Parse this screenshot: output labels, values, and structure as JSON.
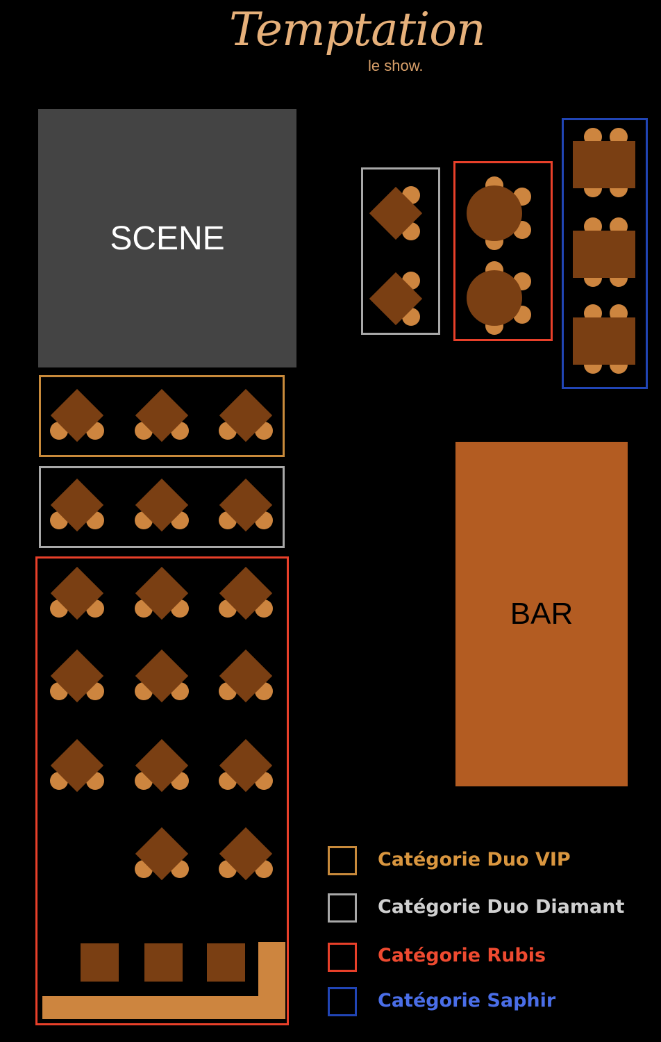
{
  "logo": {
    "script": "Temptation",
    "subtitle": "le show."
  },
  "venue": {
    "stage_label": "SCENE",
    "bar_label": "BAR"
  },
  "colors": {
    "vip": "#c88a3b",
    "diamant": "#a8a8a8",
    "rubis": "#e8402a",
    "saphir": "#2145b5",
    "table": "#7a3f13",
    "chair": "#cd853f",
    "stage": "#444444",
    "bar": "#b35c22"
  },
  "legend": [
    {
      "label": "Catégorie Duo VIP",
      "color": "#d9963f"
    },
    {
      "label": "Catégorie Duo Diamant",
      "color": "#d0d0d0"
    },
    {
      "label": "Catégorie Rubis",
      "color": "#ee4a30"
    },
    {
      "label": "Catégorie Saphir",
      "color": "#4a6ee8"
    }
  ]
}
